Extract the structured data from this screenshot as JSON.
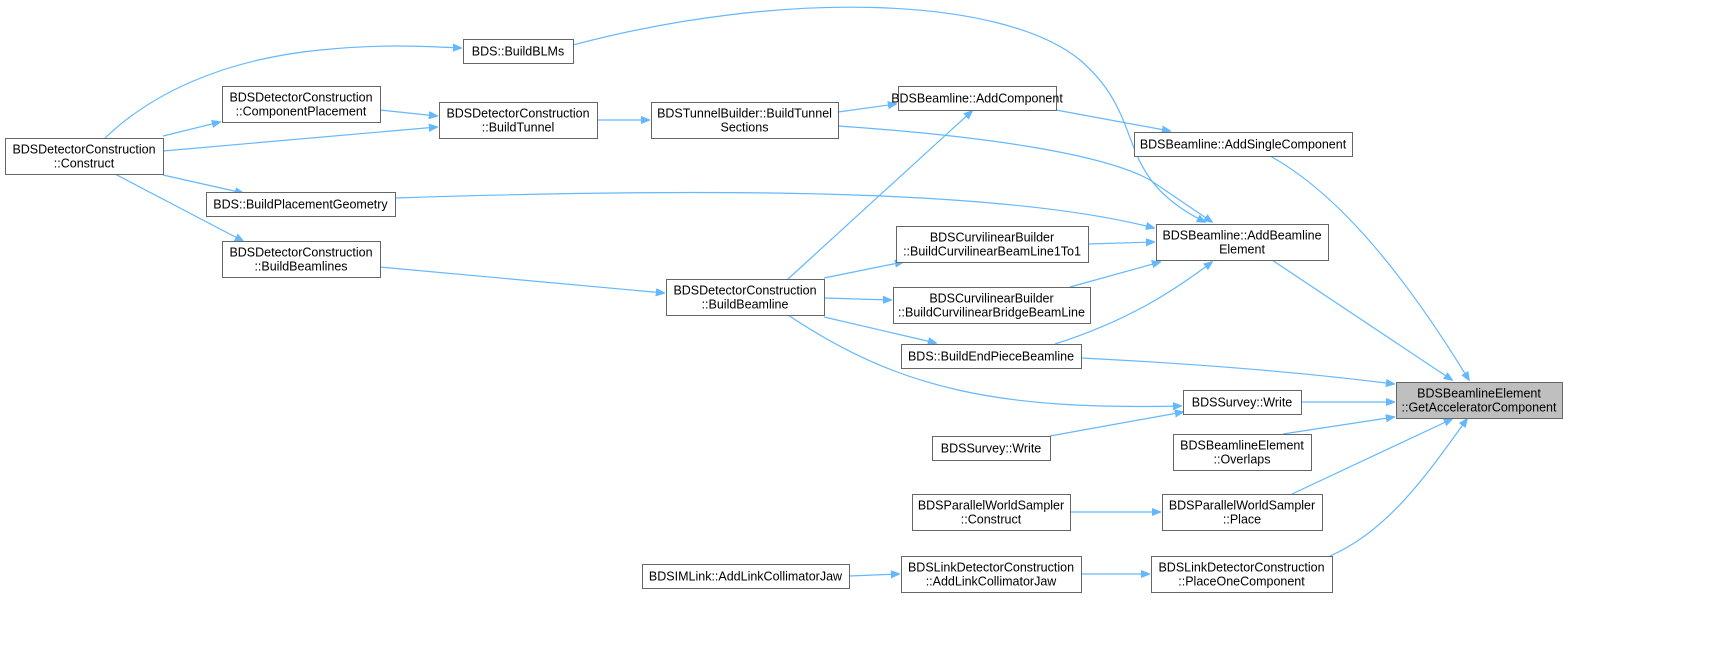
{
  "graph": {
    "colors": {
      "edge": "#63b8ff",
      "node_border": "#666666",
      "node_fill": "#ffffff",
      "highlight_fill": "#bfbfbf"
    },
    "nodes": [
      {
        "id": "n_detcon_construct",
        "lines": [
          "BDSDetectorConstruction",
          "::Construct"
        ]
      },
      {
        "id": "n_buildblms",
        "lines": [
          "BDS::BuildBLMs"
        ]
      },
      {
        "id": "n_comp_placement",
        "lines": [
          "BDSDetectorConstruction",
          "::ComponentPlacement"
        ]
      },
      {
        "id": "n_detcon_buildtunnel",
        "lines": [
          "BDSDetectorConstruction",
          "::BuildTunnel"
        ]
      },
      {
        "id": "n_tunnel_sections",
        "lines": [
          "BDSTunnelBuilder::BuildTunnel",
          "Sections"
        ]
      },
      {
        "id": "n_addcomponent",
        "lines": [
          "BDSBeamline::AddComponent"
        ]
      },
      {
        "id": "n_addsinglecomponent",
        "lines": [
          "BDSBeamline::AddSingleComponent"
        ]
      },
      {
        "id": "n_placement_geometry",
        "lines": [
          "BDS::BuildPlacementGeometry"
        ]
      },
      {
        "id": "n_addbeamlineelement",
        "lines": [
          "BDSBeamline::AddBeamline",
          "Element"
        ]
      },
      {
        "id": "n_curv_1to1",
        "lines": [
          "BDSCurvilinearBuilder",
          "::BuildCurvilinearBeamLine1To1"
        ]
      },
      {
        "id": "n_detcon_buildbeamlines",
        "lines": [
          "BDSDetectorConstruction",
          "::BuildBeamlines"
        ]
      },
      {
        "id": "n_detcon_buildbeamline",
        "lines": [
          "BDSDetectorConstruction",
          "::BuildBeamline"
        ]
      },
      {
        "id": "n_curv_bridge",
        "lines": [
          "BDSCurvilinearBuilder",
          "::BuildCurvilinearBridgeBeamLine"
        ]
      },
      {
        "id": "n_endpiece",
        "lines": [
          "BDS::BuildEndPieceBeamline"
        ]
      },
      {
        "id": "n_survey_write_a",
        "lines": [
          "BDSSurvey::Write"
        ]
      },
      {
        "id": "n_target",
        "lines": [
          "BDSBeamlineElement",
          "::GetAcceleratorComponent"
        ],
        "highlight": true
      },
      {
        "id": "n_survey_write_b",
        "lines": [
          "BDSSurvey::Write"
        ]
      },
      {
        "id": "n_overlaps",
        "lines": [
          "BDSBeamlineElement",
          "::Overlaps"
        ]
      },
      {
        "id": "n_pws_construct",
        "lines": [
          "BDSParallelWorldSampler",
          "::Construct"
        ]
      },
      {
        "id": "n_pws_place",
        "lines": [
          "BDSParallelWorldSampler",
          "::Place"
        ]
      },
      {
        "id": "n_bdsim_link",
        "lines": [
          "BDSIMLink::AddLinkCollimatorJaw"
        ]
      },
      {
        "id": "n_linkdet_addjaw",
        "lines": [
          "BDSLinkDetectorConstruction",
          "::AddLinkCollimatorJaw"
        ]
      },
      {
        "id": "n_linkdet_place",
        "lines": [
          "BDSLinkDetectorConstruction",
          "::PlaceOneComponent"
        ]
      }
    ],
    "edges": [
      {
        "id": "e_construct_buildblms",
        "from": "n_detcon_construct",
        "to": "n_buildblms"
      },
      {
        "id": "e_construct_comp_placement",
        "from": "n_detcon_construct",
        "to": "n_comp_placement"
      },
      {
        "id": "e_construct_buildtunnel",
        "from": "n_detcon_construct",
        "to": "n_detcon_buildtunnel"
      },
      {
        "id": "e_construct_placement_geometry",
        "from": "n_detcon_construct",
        "to": "n_placement_geometry"
      },
      {
        "id": "e_construct_buildbeamlines",
        "from": "n_detcon_construct",
        "to": "n_detcon_buildbeamlines"
      },
      {
        "id": "e_comp_placement_buildtunnel",
        "from": "n_comp_placement",
        "to": "n_detcon_buildtunnel"
      },
      {
        "id": "e_buildtunnel_sections",
        "from": "n_detcon_buildtunnel",
        "to": "n_tunnel_sections"
      },
      {
        "id": "e_sections_addcomponent",
        "from": "n_tunnel_sections",
        "to": "n_addcomponent"
      },
      {
        "id": "e_sections_addbeamlineelement",
        "from": "n_tunnel_sections",
        "to": "n_addbeamlineelement"
      },
      {
        "id": "e_buildblms_addbeamlineelement",
        "from": "n_buildblms",
        "to": "n_addbeamlineelement"
      },
      {
        "id": "e_addcomponent_addsingle",
        "from": "n_addcomponent",
        "to": "n_addsinglecomponent"
      },
      {
        "id": "e_addsingle_target",
        "from": "n_addsinglecomponent",
        "to": "n_target"
      },
      {
        "id": "e_placement_geometry_addbeamlineelement",
        "from": "n_placement_geometry",
        "to": "n_addbeamlineelement"
      },
      {
        "id": "e_buildbeamlines_buildbeamline",
        "from": "n_detcon_buildbeamlines",
        "to": "n_detcon_buildbeamline"
      },
      {
        "id": "e_buildbeamline_addcomponent",
        "from": "n_detcon_buildbeamline",
        "to": "n_addcomponent"
      },
      {
        "id": "e_buildbeamline_curv_1to1",
        "from": "n_detcon_buildbeamline",
        "to": "n_curv_1to1"
      },
      {
        "id": "e_buildbeamline_curv_bridge",
        "from": "n_detcon_buildbeamline",
        "to": "n_curv_bridge"
      },
      {
        "id": "e_buildbeamline_endpiece",
        "from": "n_detcon_buildbeamline",
        "to": "n_endpiece"
      },
      {
        "id": "e_buildbeamline_survey_write_a",
        "from": "n_detcon_buildbeamline",
        "to": "n_survey_write_a"
      },
      {
        "id": "e_curv_1to1_addbeamlineelement",
        "from": "n_curv_1to1",
        "to": "n_addbeamlineelement"
      },
      {
        "id": "e_curv_bridge_addbeamlineelement",
        "from": "n_curv_bridge",
        "to": "n_addbeamlineelement"
      },
      {
        "id": "e_endpiece_addbeamlineelement",
        "from": "n_endpiece",
        "to": "n_addbeamlineelement"
      },
      {
        "id": "e_addbeamlineelement_target",
        "from": "n_addbeamlineelement",
        "to": "n_target"
      },
      {
        "id": "e_endpiece_target",
        "from": "n_endpiece",
        "to": "n_target"
      },
      {
        "id": "e_survey_write_a_target",
        "from": "n_survey_write_a",
        "to": "n_target"
      },
      {
        "id": "e_survey_write_b_survey_write_a",
        "from": "n_survey_write_b",
        "to": "n_survey_write_a"
      },
      {
        "id": "e_overlaps_target",
        "from": "n_overlaps",
        "to": "n_target"
      },
      {
        "id": "e_pws_construct_place",
        "from": "n_pws_construct",
        "to": "n_pws_place"
      },
      {
        "id": "e_pws_place_target",
        "from": "n_pws_place",
        "to": "n_target"
      },
      {
        "id": "e_bdsim_link_addjaw",
        "from": "n_bdsim_link",
        "to": "n_linkdet_addjaw"
      },
      {
        "id": "e_addjaw_linkdet_place",
        "from": "n_linkdet_addjaw",
        "to": "n_linkdet_place"
      },
      {
        "id": "e_linkdet_place_target",
        "from": "n_linkdet_place",
        "to": "n_target"
      }
    ]
  }
}
